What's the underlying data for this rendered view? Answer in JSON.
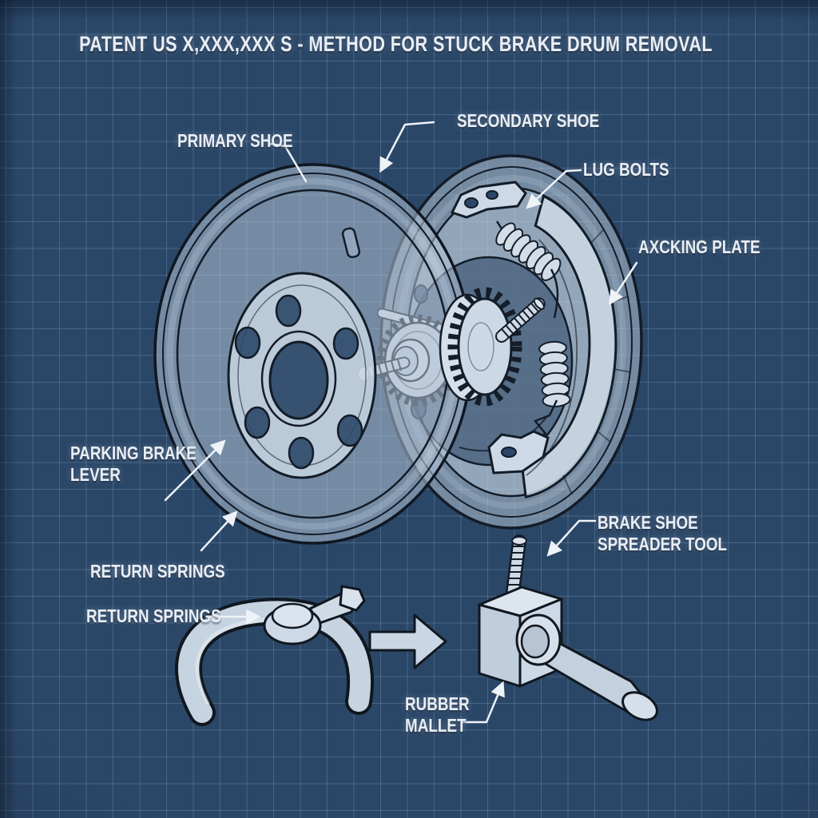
{
  "title": "PATENT US X,XXX,XXX S - METHOD FOR STUCK BRAKE DRUM REMOVAL",
  "labels": {
    "primary_shoe": "PRIMARY SHOE",
    "secondary_shoe": "SECONDARY SHOE",
    "lug_bolts": "LUG BOLTS",
    "backing_plate": "AXCKING PLATE",
    "parking_brake_line1": "PARKING BRAKE",
    "parking_brake_line2": "LEVER",
    "return_springs_upper": "RETURN SPRINGS",
    "return_springs_lower": "RETURN SPRINGS",
    "spreader_line1": "BRAKE SHOE",
    "spreader_line2": "SPREADER TOOL",
    "mallet_line1": "RUBBER",
    "mallet_line2": "MALLET"
  },
  "colors": {
    "background": "#2b4767",
    "grid_line": "#5d7ea8",
    "line_art": "#131c28",
    "part_fill": "#c7d4e2",
    "label_text": "#e9eef5"
  }
}
